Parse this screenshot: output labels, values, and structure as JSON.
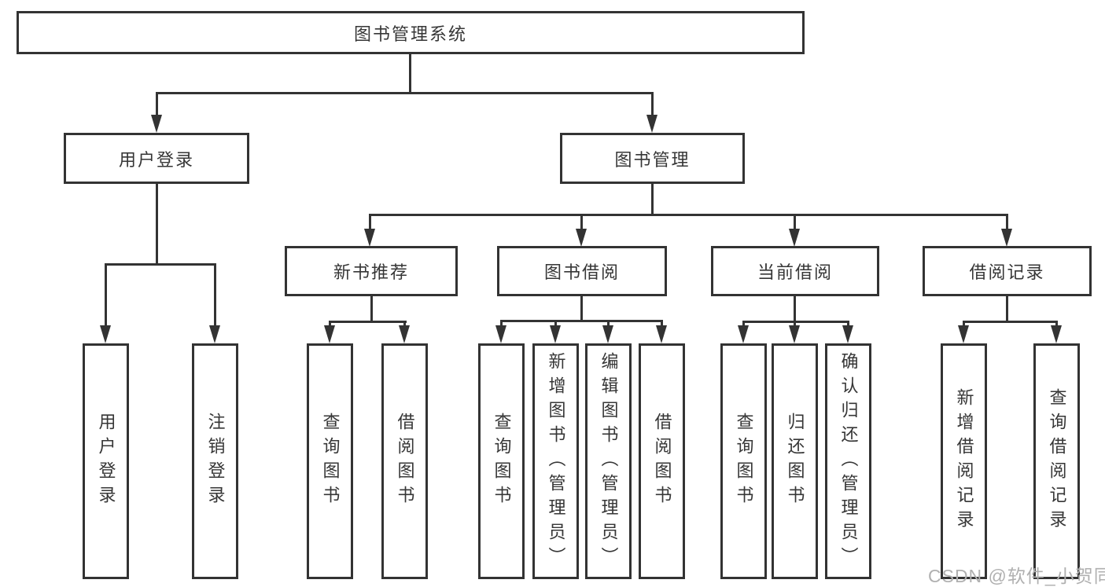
{
  "tree": {
    "root": "图书管理系统",
    "branches": {
      "user_login": "用户登录",
      "book_mgmt": "图书管理"
    },
    "modules": {
      "new_book_rec": "新书推荐",
      "book_borrow": "图书借阅",
      "current_borrow": "当前借阅",
      "borrow_records": "借阅记录"
    },
    "leaves": {
      "user_login": "用户登录",
      "logout": "注销登录",
      "rec_query_book": "查询图书",
      "rec_borrow_book": "借阅图书",
      "bb_query_book": "查询图书",
      "bb_add_book": "新增图书（管理员）",
      "bb_edit_book": "编辑图书（管理员）",
      "bb_borrow_book": "借阅图书",
      "cb_query_book": "查询图书",
      "cb_return_book": "归还图书",
      "cb_confirm_return": "确认归还（管理员）",
      "br_add_record": "新增借阅记录",
      "br_query_record": "查询借阅记录"
    }
  },
  "watermark": "CSDN @软件_小贺同学",
  "colors": {
    "line": "#333333",
    "text": "#363636",
    "watermark": "#b0b0b0",
    "background": "#ffffff"
  }
}
